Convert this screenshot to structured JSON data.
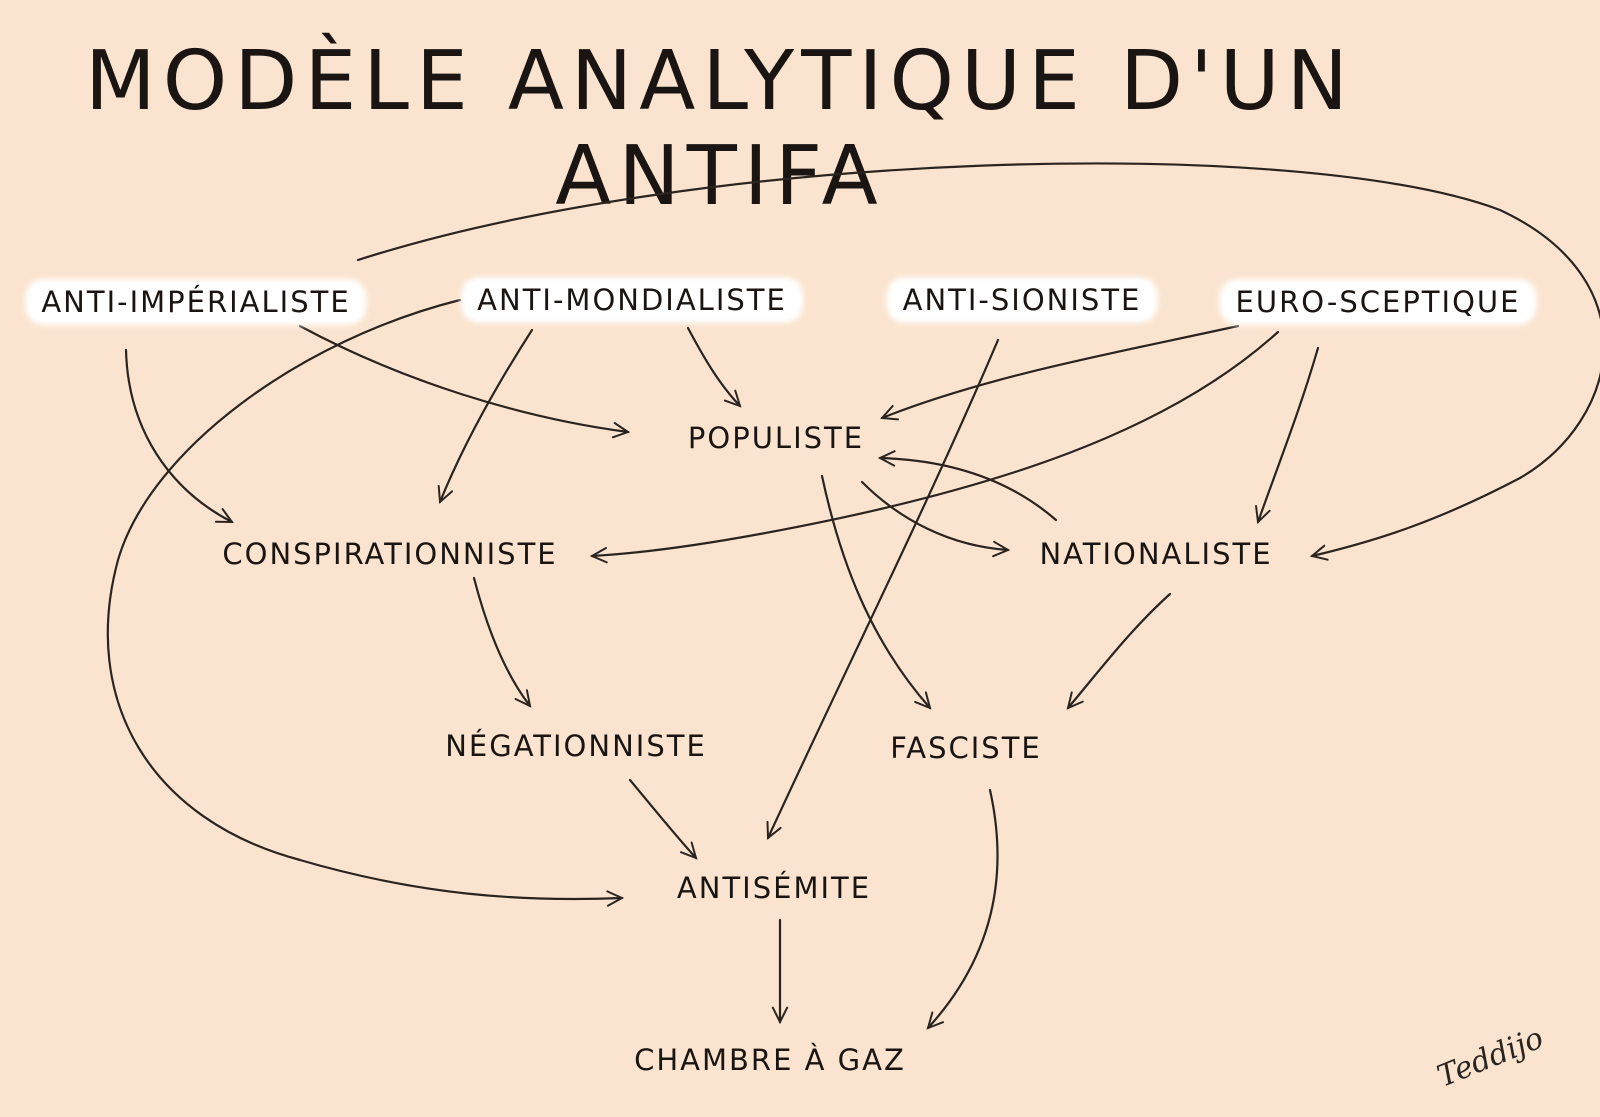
{
  "title": "MODÈLE ANALYTIQUE D'UN ANTIFA",
  "nodes": {
    "anti_imperialiste": "ANTI-IMPÉRIALISTE",
    "anti_mondialiste": "ANTI-MONDIALISTE",
    "anti_sioniste": "ANTI-SIONISTE",
    "euro_sceptique": "EURO-SCEPTIQUE",
    "populiste": "POPULISTE",
    "conspirationniste": "CONSPIRATIONNISTE",
    "nationaliste": "NATIONALISTE",
    "negationniste": "NÉGATIONNISTE",
    "fasciste": "FASCISTE",
    "antisemite": "ANTISÉMITE",
    "chambre_a_gaz": "CHAMBRE À GAZ"
  },
  "edges": [
    {
      "from": "anti_imperialiste",
      "to": "conspirationniste"
    },
    {
      "from": "anti_imperialiste",
      "to": "populiste"
    },
    {
      "from": "anti_imperialiste",
      "to": "nationaliste"
    },
    {
      "from": "anti_mondialiste",
      "to": "populiste"
    },
    {
      "from": "anti_mondialiste",
      "to": "conspirationniste"
    },
    {
      "from": "anti_mondialiste",
      "to": "antisemite"
    },
    {
      "from": "anti_sioniste",
      "to": "antisemite"
    },
    {
      "from": "euro_sceptique",
      "to": "populiste"
    },
    {
      "from": "euro_sceptique",
      "to": "conspirationniste"
    },
    {
      "from": "euro_sceptique",
      "to": "nationaliste"
    },
    {
      "from": "populiste",
      "to": "nationaliste"
    },
    {
      "from": "nationaliste",
      "to": "populiste"
    },
    {
      "from": "populiste",
      "to": "fasciste"
    },
    {
      "from": "nationaliste",
      "to": "fasciste"
    },
    {
      "from": "conspirationniste",
      "to": "negationniste"
    },
    {
      "from": "negationniste",
      "to": "antisemite"
    },
    {
      "from": "antisemite",
      "to": "chambre_a_gaz"
    },
    {
      "from": "fasciste",
      "to": "chambre_a_gaz"
    }
  ],
  "signature": "Teddijo",
  "colors": {
    "background": "#fbe4cf",
    "ink": "#1a1512",
    "label_highlight": "#ffffff"
  }
}
